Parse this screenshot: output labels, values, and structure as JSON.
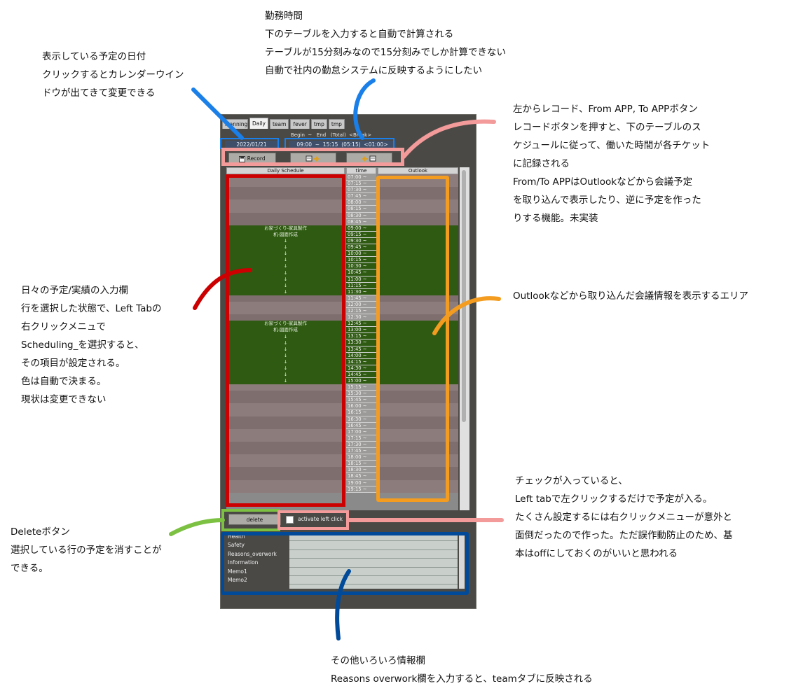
{
  "annotations": {
    "date": [
      "表示している予定の日付",
      "クリックするとカレンダーウイン",
      "ドウが出てきて変更できる"
    ],
    "work_time": [
      "勤務時間",
      "下のテーブルを入力すると自動で計算される",
      "テーブルが15分刻みなので15分刻みでしか計算できない",
      "自動で社内の勤怠システムに反映するようにしたい"
    ],
    "buttons": [
      "左からレコード、From APP, To APPボタン",
      "レコードボタンを押すと、下のテーブルのス",
      "ケジュールに従って、働いた時間が各チケット",
      "に記録される",
      "From/To APPはOutlookなどから会議予定",
      "を取り込んで表示したり、逆に予定を作った",
      "りする機能。未実装"
    ],
    "schedule": [
      "日々の予定/実績の入力欄",
      "行を選択した状態で、Left Tabの",
      "右クリックメニュで",
      "Scheduling_を選択すると、",
      "その項目が設定される。",
      "色は自動で決まる。",
      "現状は変更できない"
    ],
    "outlook": [
      "Outlookなどから取り込んだ会議情報を表示するエリア"
    ],
    "checkbox": [
      "チェックが入っていると、",
      "Left tabで左クリックするだけで予定が入る。",
      "たくさん設定するには右クリックメニューが意外と",
      "面倒だったので作った。ただ誤作動防止のため、基",
      "本はoffにしておくのがいいと思われる"
    ],
    "delete": [
      "Deleteボタン",
      "選択している行の予定を消すことが",
      "できる。"
    ],
    "info": [
      "その他いろいろ情報欄",
      "Reasons overwork欄を入力すると、teamタブに反映される"
    ]
  },
  "app": {
    "tabs": [
      "Planning",
      "Daily",
      "team",
      "fever",
      "tmp",
      "tmp"
    ],
    "active_tab": "Daily",
    "summary_header": "Begin  ~   End   (Total)  <Break>",
    "date": "2022/01/21",
    "times": "09:00  ~  15:15  (05:15)  <01:00>",
    "record_label": "Record",
    "columns": {
      "schedule": "Daily Schedule",
      "time": "time",
      "outlook": "Outlook"
    },
    "task_lines": [
      "お家づくり-家具製作",
      "机-図面作成"
    ],
    "arrow": "↓",
    "delete_label": "delete",
    "activate_label": "activate left click",
    "info_fields": [
      "Health",
      "Safety",
      "Reasons_overwork",
      "Information",
      "Memo1",
      "Memo2"
    ]
  },
  "schedule_blocks": [
    {
      "start": "09:00",
      "end": "11:30"
    },
    {
      "start": "12:45",
      "end": "15:00"
    }
  ],
  "colors": {
    "red": "#cc0000",
    "orange": "#f39c1f",
    "green": "#7dc143",
    "blue": "#004a99",
    "pink": "#f39a9a",
    "sky": "#1a7fe8",
    "work_green": "#2e5a12"
  }
}
